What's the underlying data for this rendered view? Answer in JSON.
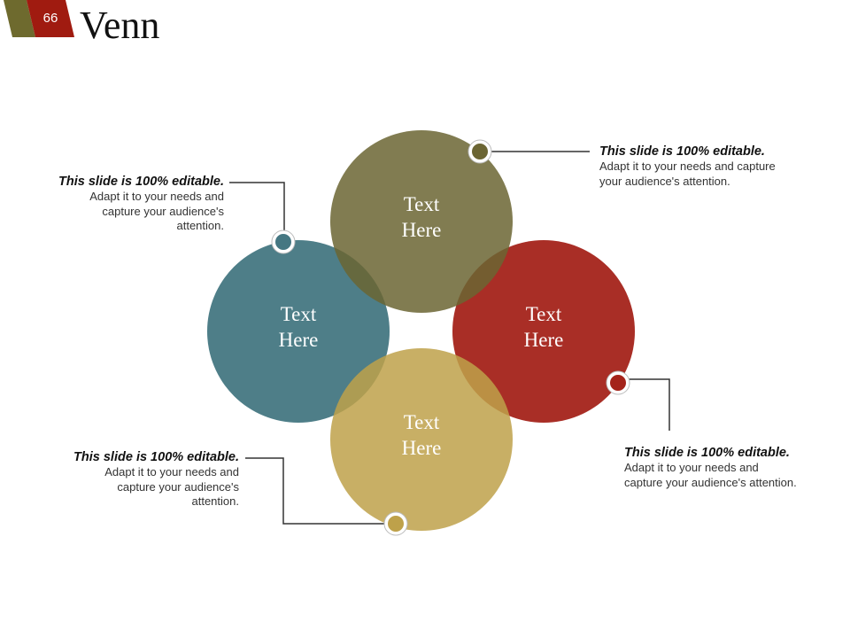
{
  "slide": {
    "number": "66",
    "title": "Venn"
  },
  "colors": {
    "olive": "#6b6533",
    "teal": "#457782",
    "red": "#a4231a",
    "gold": "#bea14a",
    "deco_olive": "#6e6a2e",
    "deco_red": "#a01b10"
  },
  "circles": [
    {
      "id": "top",
      "label_line1": "Text",
      "label_line2": "Here"
    },
    {
      "id": "left",
      "label_line1": "Text",
      "label_line2": "Here"
    },
    {
      "id": "right",
      "label_line1": "Text",
      "label_line2": "Here"
    },
    {
      "id": "bottom",
      "label_line1": "Text",
      "label_line2": "Here"
    }
  ],
  "callouts": [
    {
      "id": "top-right",
      "heading": "This slide is 100% editable.",
      "body_lines": [
        "Adapt it to your needs and capture",
        "your audience's attention."
      ]
    },
    {
      "id": "top-left",
      "heading": "This slide is 100% editable.",
      "body_lines": [
        "Adapt it to your needs and",
        "capture your audience's",
        "attention."
      ]
    },
    {
      "id": "bottom-right",
      "heading": "This slide is 100% editable.",
      "body_lines": [
        "Adapt it to your needs and",
        "capture your audience's attention."
      ]
    },
    {
      "id": "bottom-left",
      "heading": "This slide is 100% editable.",
      "body_lines": [
        "Adapt it to your needs and",
        "capture your audience's",
        "attention."
      ]
    }
  ]
}
